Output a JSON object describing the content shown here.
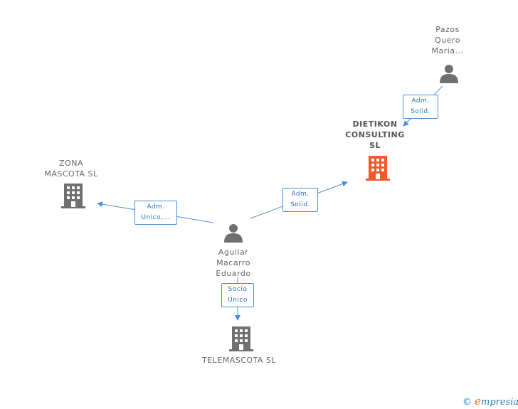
{
  "nodes": {
    "pazos": {
      "line1": "Pazos",
      "line2": "Quero",
      "line3": "Maria..."
    },
    "dietikon": {
      "line1": "DIETIKON",
      "line2": "CONSULTING",
      "line3": "SL"
    },
    "zona": {
      "line1": "ZONA",
      "line2": "MASCOTA SL"
    },
    "aguilar": {
      "line1": "Aguilar",
      "line2": "Macarro",
      "line3": "Eduardo"
    },
    "telemascota": {
      "line1": "TELEMASCOTA SL"
    }
  },
  "edges": {
    "pazos_dietikon": {
      "line1": "Adm.",
      "line2": "Solid."
    },
    "aguilar_dietikon": {
      "line1": "Adm.",
      "line2": "Solid."
    },
    "aguilar_zona": {
      "line1": "Adm.",
      "line2": "Unico,..."
    },
    "aguilar_telemascota": {
      "line1": "Socio",
      "line2": "Único"
    }
  },
  "footer": {
    "copyright": "©",
    "brand_initial": "e",
    "brand_rest": "mpresia"
  },
  "colors": {
    "edge": "#4a90d9",
    "company": "#707070",
    "company_highlight": "#f05a28",
    "person": "#707070"
  },
  "icons": {
    "person": "person-icon",
    "company": "building-icon"
  }
}
